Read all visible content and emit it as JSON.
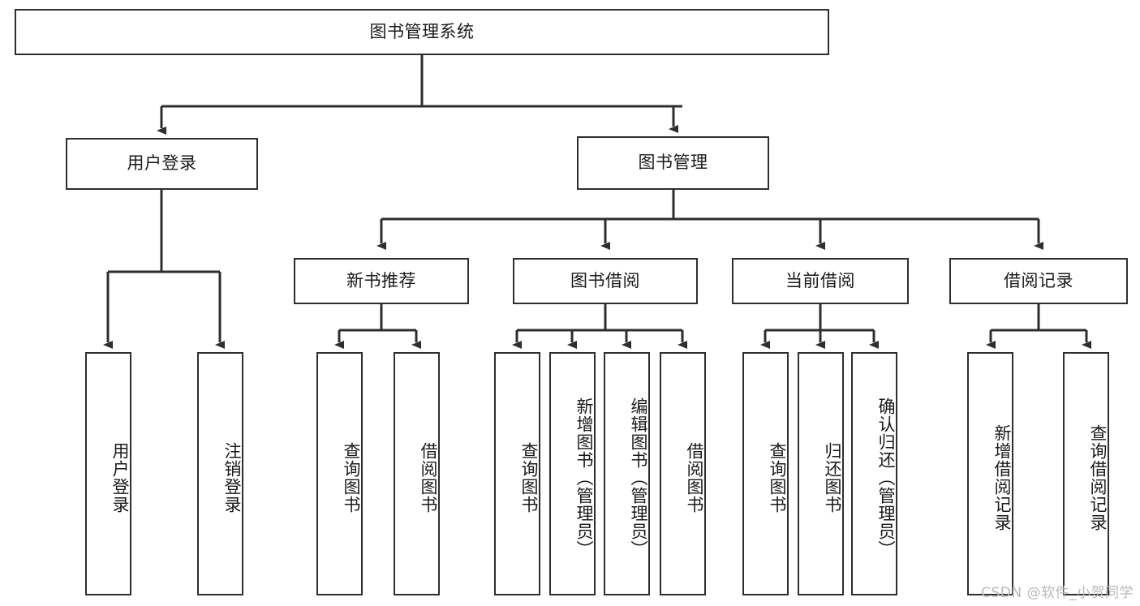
{
  "diagram": {
    "type": "tree",
    "title": "图书管理系统",
    "root": {
      "id": "root",
      "label": "图书管理系统"
    },
    "level2": [
      {
        "id": "login",
        "label": "用户登录"
      },
      {
        "id": "bookmgmt",
        "label": "图书管理"
      }
    ],
    "level3": [
      {
        "id": "newbook",
        "label": "新书推荐",
        "parent": "bookmgmt"
      },
      {
        "id": "borrow",
        "label": "图书借阅",
        "parent": "bookmgmt"
      },
      {
        "id": "current",
        "label": "当前借阅",
        "parent": "bookmgmt"
      },
      {
        "id": "record",
        "label": "借阅记录",
        "parent": "bookmgmt"
      }
    ],
    "leaves": [
      {
        "id": "leaf-user-login",
        "label": "用户登录",
        "parent": "login"
      },
      {
        "id": "leaf-user-logout",
        "label": "注销登录",
        "parent": "login"
      },
      {
        "id": "leaf-newbook-query",
        "label": "查询图书",
        "parent": "newbook"
      },
      {
        "id": "leaf-newbook-borrow",
        "label": "借阅图书",
        "parent": "newbook"
      },
      {
        "id": "leaf-borrow-query",
        "label": "查询图书",
        "parent": "borrow"
      },
      {
        "id": "leaf-borrow-add",
        "label": "新增图书（管理员）",
        "parent": "borrow"
      },
      {
        "id": "leaf-borrow-edit",
        "label": "编辑图书（管理员）",
        "parent": "borrow"
      },
      {
        "id": "leaf-borrow-lend",
        "label": "借阅图书",
        "parent": "borrow"
      },
      {
        "id": "leaf-current-query",
        "label": "查询图书",
        "parent": "current"
      },
      {
        "id": "leaf-current-return",
        "label": "归还图书",
        "parent": "current"
      },
      {
        "id": "leaf-current-confirm",
        "label": "确认归还（管理员）",
        "parent": "current"
      },
      {
        "id": "leaf-record-add",
        "label": "新增借阅记录",
        "parent": "record"
      },
      {
        "id": "leaf-record-query",
        "label": "查询借阅记录",
        "parent": "record"
      }
    ],
    "colors": {
      "stroke": "#2e2e2e",
      "background": "#ffffff",
      "text": "#1a1a1a",
      "watermark": "#b9b9b9"
    }
  },
  "watermark": {
    "text": "CSDN @软件_小贺同学"
  }
}
